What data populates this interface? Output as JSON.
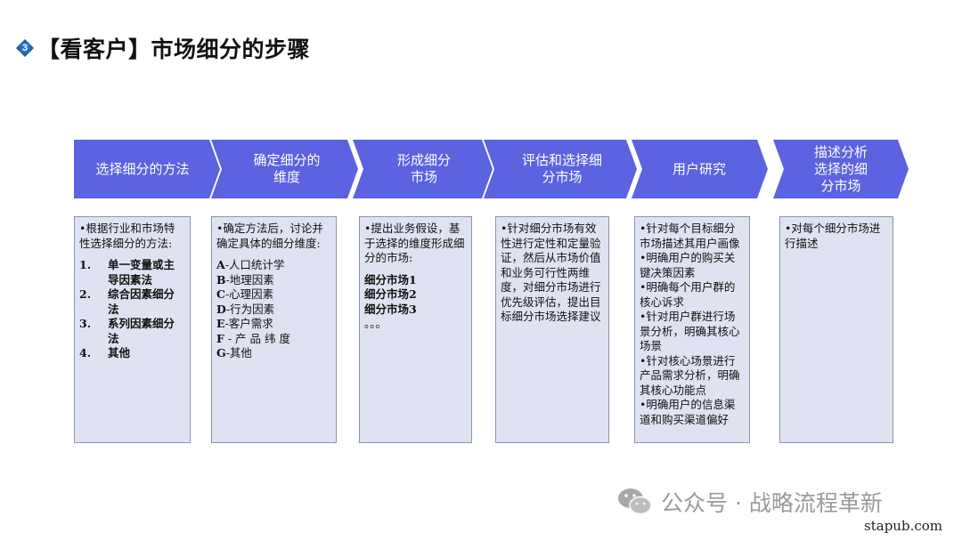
{
  "title": {
    "badge": "3",
    "text": "【看客户】市场细分的步骤"
  },
  "colors": {
    "arrow_fill": "#5b63e0",
    "box_fill": "#dfe3f1",
    "badge_fill": "#1f5aa6"
  },
  "steps": [
    {
      "label": "选择细分的方法",
      "content": [
        "•根据行业和市场特性选择细分的方法:"
      ],
      "list": [
        {
          "n": "1.",
          "text": "单一变量或主导因素法"
        },
        {
          "n": "2.",
          "text": "综合因素细分法"
        },
        {
          "n": "3.",
          "text": "系列因素细分法"
        },
        {
          "n": "4.",
          "text": "其他"
        }
      ]
    },
    {
      "label": "确定细分的维度",
      "content": [
        "•确定方法后，讨论并确定具体的细分维度:"
      ],
      "dims": [
        {
          "key": "A",
          "text": "-人口统计学"
        },
        {
          "key": "B",
          "text": "-地理因素"
        },
        {
          "key": "C",
          "text": "-心理因素"
        },
        {
          "key": "D",
          "text": "-行为因素"
        },
        {
          "key": "E",
          "text": "-客户需求"
        },
        {
          "key": "F",
          "text": " - 产 品 纬 度"
        },
        {
          "key": "G",
          "text": "-其他"
        }
      ]
    },
    {
      "label": "形成细分市场",
      "content": [
        "•提出业务假设，基于选择的维度形成细分的市场:"
      ],
      "markets": [
        "细分市场1",
        "细分市场2",
        "细分市场3",
        "。。。"
      ]
    },
    {
      "label": "评估和选择细分市场",
      "content": [
        "•针对细分市场有效性进行定性和定量验证，然后从市场价值和业务可行性两维度，对细分市场进行优先级评估，提出目标细分市场选择建议"
      ]
    },
    {
      "label": "用户研究",
      "content": [
        "•针对每个目标细分市场描述其用户画像",
        "•明确用户的购买关键决策因素",
        "•明确每个用户群的核心诉求",
        "•针对用户群进行场景分析，明确其核心场景",
        "•针对核心场景进行产品需求分析，明确其核心功能点",
        "•明确用户的信息渠道和购买渠道偏好"
      ]
    },
    {
      "label": "描述分析选择的细分市场",
      "content": [
        "•对每个细分市场进行描述"
      ]
    }
  ],
  "watermark": {
    "icon": "wechat-icon",
    "text": "公众号 · 战略流程革新"
  },
  "site": "stapub.com"
}
